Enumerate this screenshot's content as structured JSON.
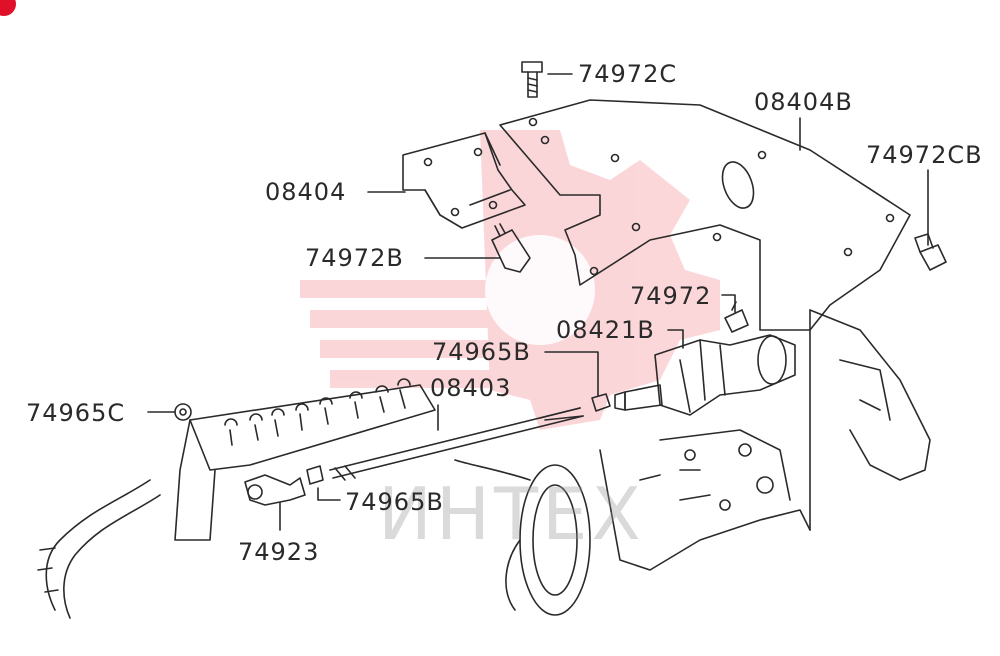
{
  "labels": {
    "p74972C": "74972C",
    "p08404B": "08404B",
    "p74972CB": "74972CB",
    "p08404": "08404",
    "p74972B": "74972B",
    "p74972": "74972",
    "p08421B": "08421B",
    "p74965B_top": "74965B",
    "p08403": "08403",
    "p74965C": "74965C",
    "p74965B_bottom": "74965B",
    "p74923": "74923"
  },
  "watermark": {
    "text": "ИНТЕХ",
    "color": "#f04a55"
  },
  "colors": {
    "line": "#2a2a2a",
    "badge": "#e0102a"
  }
}
